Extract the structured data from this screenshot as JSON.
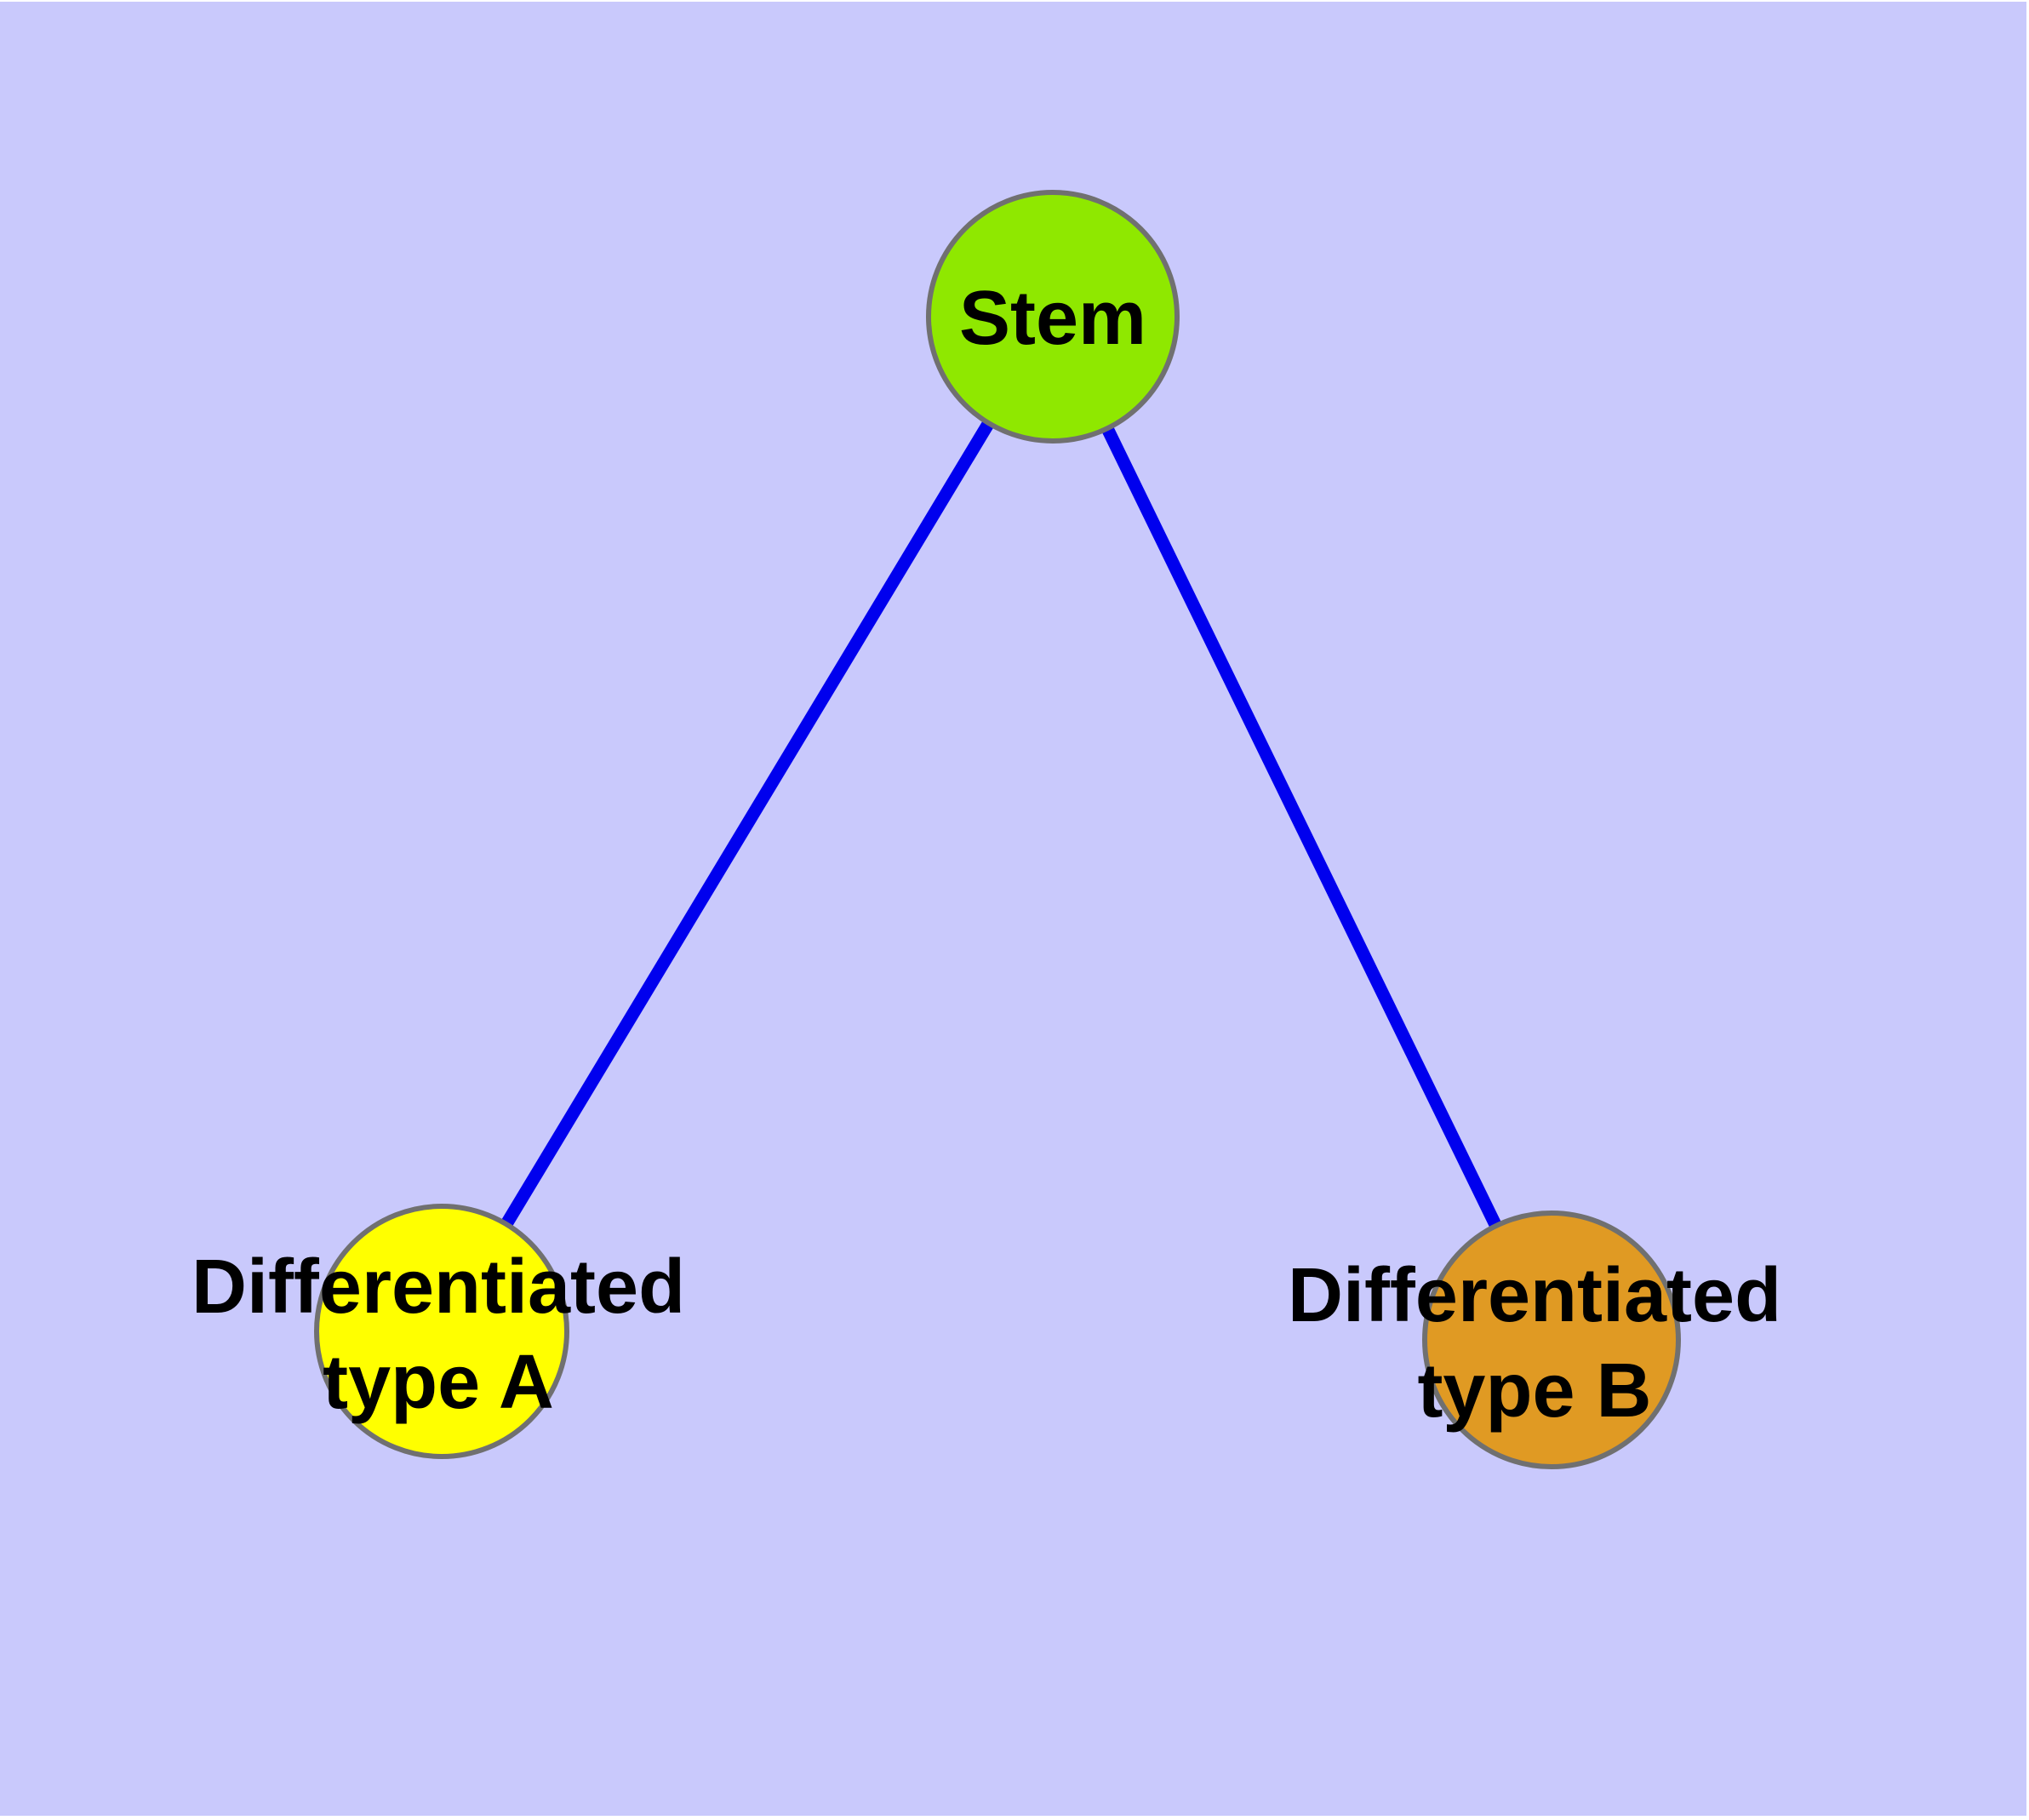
{
  "diagram": {
    "type": "node-link-graph",
    "colors": {
      "background": "#C9C9FC",
      "edge": "#0000EE",
      "node_border": "#707070",
      "label_text": "#000000"
    },
    "nodes": {
      "stem": {
        "label": "Stem",
        "fill": "#8FE800"
      },
      "type_a": {
        "label_line1": "Differentiated",
        "label_line2": "type A",
        "fill": "#FFFF00"
      },
      "type_b": {
        "label_line1": "Differentiated",
        "label_line2": "type B",
        "fill": "#E09A23"
      }
    },
    "edges": [
      {
        "from": "stem",
        "to": "type_a"
      },
      {
        "from": "stem",
        "to": "type_b"
      }
    ]
  }
}
